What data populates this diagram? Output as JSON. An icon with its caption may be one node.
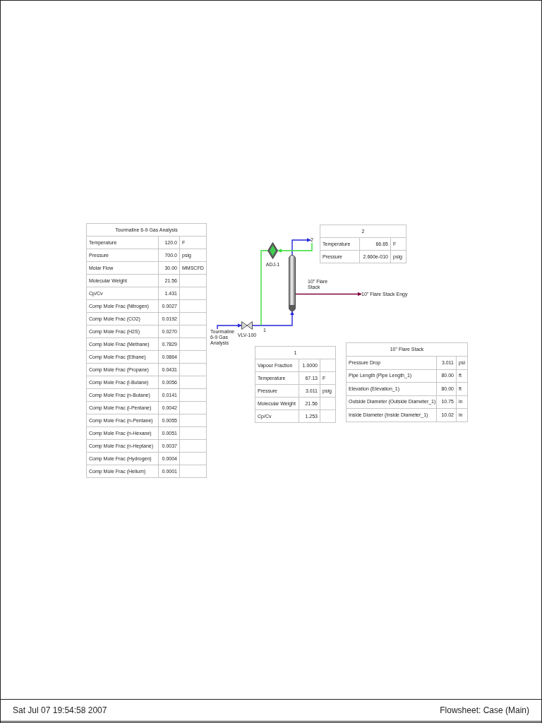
{
  "diagram": {
    "nodes": [
      {
        "text": [
          "Tourmaline 6-9 Gas Analysis",
          "Temperature",
          "120.0",
          "F",
          "Pressure",
          "700.0",
          "psig",
          "Molar Flow",
          "30.00",
          "MMSCFD",
          "Molecular Weight",
          "21.56",
          "Cp/Cv",
          "1.431",
          "Comp Mole Frac (Nitrogen)",
          "0.0027",
          "Comp Mole Frac (CO2)",
          "0.0192",
          "Comp Mole Frac (H2S)",
          "0.0270",
          "Comp Mole Frac (Methane)",
          "0.7829",
          "Comp Mole Frac (Ethane)",
          "0.0864",
          "Comp Mole Frac (Propane)",
          "0.0431",
          "Comp Mole Frac (i-Butane)",
          "0.0056",
          "Comp Mole Frac (n-Butane)",
          "0.0141",
          "Comp Mole Frac (i-Pentane)",
          "0.0042",
          "Comp Mole Frac (n-Pentane)",
          "0.0055",
          "Comp Mole Frac (n-Hexane)",
          "0.0051",
          "Comp Mole Frac (n-Heptane)",
          "0.0037",
          "Comp Mole Frac (Hydrogen)",
          "0.0004",
          "Comp Mole Frac (Helium)",
          "0.0001"
        ]
      },
      {
        "text": [],
        "shape": "diamond",
        "beside": [
          "ADJ-1"
        ]
      },
      {
        "text": [
          "2"
        ]
      },
      {
        "text": [
          "2",
          "Temperature",
          "66.65",
          "F",
          "Pressure",
          "2.660e-010",
          "psig"
        ]
      },
      {
        "text": [],
        "shape": "cylinder",
        "beside": [
          "10\" Flare Stack"
        ]
      },
      {
        "text": [
          "10\" Flare Stack Engy"
        ]
      },
      {
        "text": [
          "Tourmaline 6-9 Gas Analysis"
        ]
      },
      {
        "text": [],
        "shape": "valve",
        "beside": [
          "VLV-100"
        ]
      },
      {
        "text": [
          "1",
          "Vapour Fraction",
          "1.0000",
          "Temperature",
          "67.13",
          "F",
          "Pressure",
          "3.011",
          "psig",
          "Molecular Weight",
          "21.56",
          "Cp/Cv",
          "1.253"
        ]
      },
      {
        "text": [
          "10\" Flare Stack",
          "Pressure Drop",
          "3.011",
          "psi",
          "Pipe Length (Pipe Length_1)",
          "80.00",
          "ft",
          "Elevation (Elevation_1)",
          "80.00",
          "ft",
          "Outside Diameter (Outside Diameter_1)",
          "10.75",
          "in",
          "Inside Diameter (Inside Diameter_1)",
          "10.02",
          "in"
        ]
      }
    ],
    "edges": [
      {
        "from": 6,
        "to": 7,
        "arrow": "to"
      },
      {
        "from": 7,
        "to": 4,
        "arrow": "to",
        "label": "1"
      },
      {
        "from": 4,
        "to": 2,
        "arrow": "to"
      },
      {
        "from": 4,
        "to": 5,
        "arrow": "to",
        "color": "#800040"
      },
      {
        "from": 2,
        "to": 1,
        "arrow": "to",
        "color": "#33dd33"
      },
      {
        "from": 1,
        "to": null,
        "arrow": "none",
        "color": "#33dd33"
      }
    ],
    "labels": [
      "Sat Jul 07 19:54:58 2007",
      "Flowsheet: Case (Main)"
    ]
  }
}
